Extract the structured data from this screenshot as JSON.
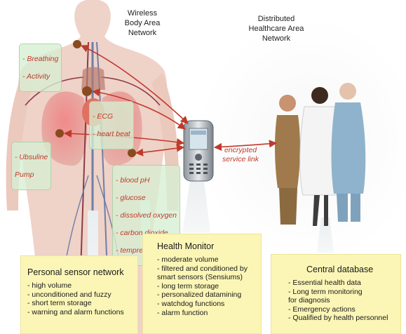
{
  "headings": {
    "wban": "Wireless\nBody Area\nNetwork",
    "dhan": "Distributed\nHealthcare Area\nNetwork"
  },
  "sensors": [
    {
      "lines": [
        "- Breathing",
        "- Activity"
      ]
    },
    {
      "lines": [
        "- ECG",
        "- heart beat"
      ]
    },
    {
      "lines": [
        "- Ubsuline",
        "  Pump"
      ]
    },
    {
      "lines": [
        "- blood pH",
        "- glucose",
        "- dissolved oxygen",
        "- carbon dioxide",
        "- tempreature"
      ]
    }
  ],
  "link_label": "encrypted\nservice link",
  "cards": {
    "personal": {
      "title": "Personal sensor network",
      "items": [
        "- high volume",
        "- unconditioned and fuzzy",
        "- short term storage",
        "- warning and alarm functions"
      ]
    },
    "monitor": {
      "title": "Health Monitor",
      "items": [
        "- moderate volume",
        "- filtered and conditioned by\n  smart sensors (Sensiums)",
        "- long term storage",
        "- personalized datamining",
        "- watchdog functions",
        "- alarm function"
      ]
    },
    "central": {
      "title": "Central database",
      "items": [
        "- Essential health data",
        "- Long term monitoring\n  for diagnosis",
        "- Emergency actions",
        "- Qualified by health personnel"
      ]
    }
  },
  "colors": {
    "arrow": "#c0392b",
    "card_bg": "#fbf6b6",
    "sensor_text": "#c0392b",
    "sensor_bg": "#d6f0d2"
  }
}
